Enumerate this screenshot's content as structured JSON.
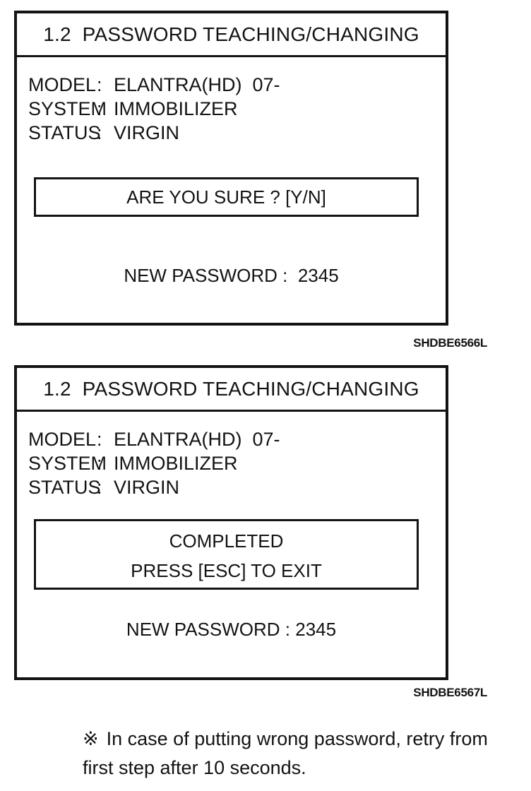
{
  "screens": [
    {
      "title": "1.2  PASSWORD TEACHING/CHANGING",
      "fields": [
        {
          "label": "MODEL",
          "colon": ":",
          "value": "ELANTRA(HD)  07-"
        },
        {
          "label": "SYSTEM",
          "colon": ":",
          "value": "IMMOBILIZER"
        },
        {
          "label": "STATUS",
          "colon": ":",
          "value": "VIRGIN"
        }
      ],
      "message_lines": [
        "ARE YOU SURE ? [Y/N]"
      ],
      "password_line": "NEW PASSWORD :  2345",
      "figure_code": "SHDBE6566L"
    },
    {
      "title": "1.2  PASSWORD TEACHING/CHANGING",
      "fields": [
        {
          "label": "MODEL",
          "colon": ":",
          "value": "ELANTRA(HD)  07-"
        },
        {
          "label": "SYSTEM",
          "colon": ":",
          "value": "IMMOBILIZER"
        },
        {
          "label": "STATUS",
          "colon": ":",
          "value": "VIRGIN"
        }
      ],
      "message_lines": [
        "COMPLETED",
        "PRESS [ESC] TO EXIT"
      ],
      "password_line": "NEW PASSWORD : 2345",
      "figure_code": "SHDBE6567L"
    }
  ],
  "footnote": {
    "marker": "※",
    "lines": [
      "In case of putting wrong password, retry from",
      "first step after 10 seconds."
    ]
  }
}
